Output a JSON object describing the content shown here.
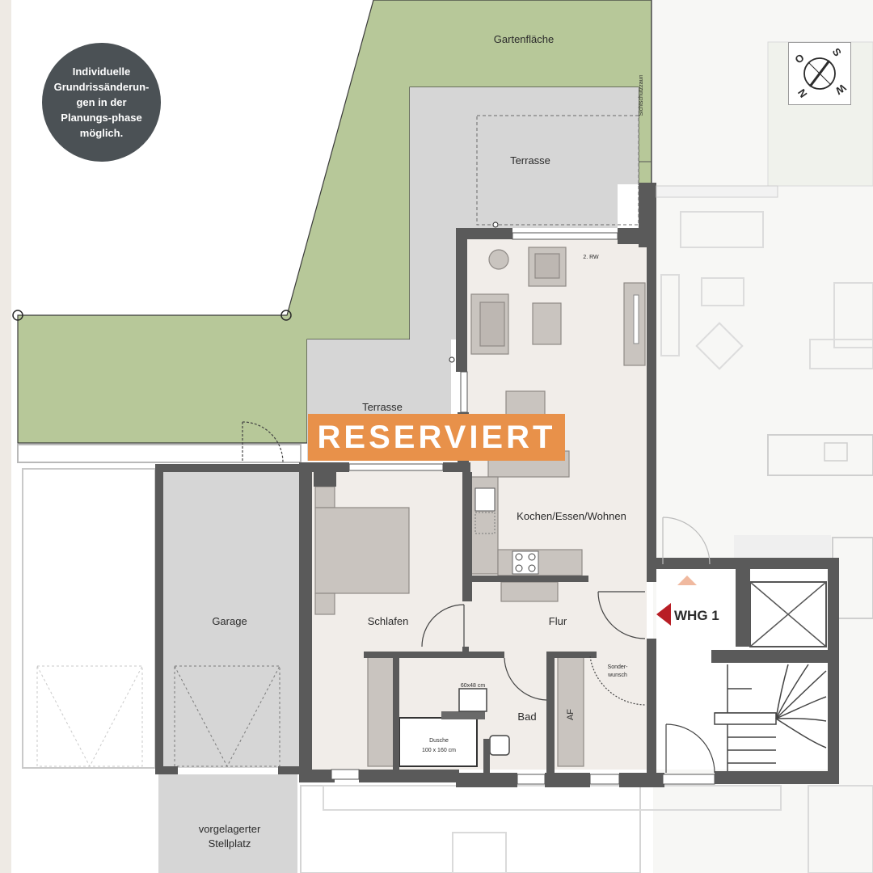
{
  "note": {
    "text": "Individuelle Grundrissänderun-gen in der Planungs-phase möglich."
  },
  "banner": {
    "text": "RESERVIERT"
  },
  "compass": {
    "n": "N",
    "o": "O",
    "s": "S",
    "w": "W"
  },
  "labels": {
    "garden": "Gartenfläche",
    "privacy_fence": "Sichtschutzzaun",
    "terrace_upper": "Terrasse",
    "terrace_lower": "Terrasse",
    "window_2rw": "2. RW",
    "kitchen": "Kochen/Essen/Wohnen",
    "bedroom": "Schlafen",
    "hall": "Flur",
    "bath": "Bad",
    "af": "AF",
    "special_wish_1": "Sonder-",
    "special_wish_2": "wunsch",
    "sink_size": "60x48 cm",
    "shower_1": "Dusche",
    "shower_2": "100 x 160 cm",
    "garage": "Garage",
    "parking_1": "vorgelagerter",
    "parking_2": "Stellplatz",
    "unit": "WHG 1"
  },
  "colors": {
    "garden": "#b7c899",
    "terrace": "#d6d6d6",
    "floor": "#f1ede9",
    "wall": "#5a5a5a",
    "banner": "#e8914a",
    "badge": "#4b5155",
    "accent_red": "#b81e25"
  }
}
